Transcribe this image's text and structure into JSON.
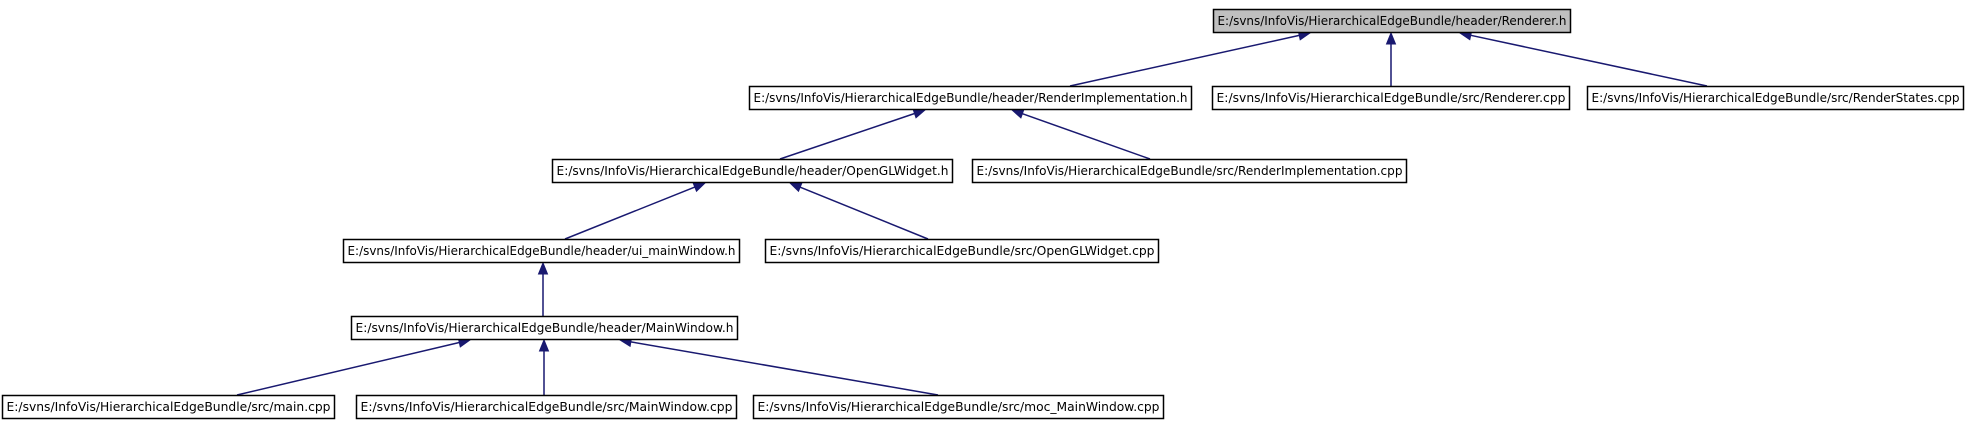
{
  "diagram": {
    "type": "include-dependency-graph",
    "colors": {
      "edge": "#191970",
      "root_fill": "#bfbfbf",
      "node_fill": "#ffffff",
      "node_border": "#000000"
    },
    "nodes": [
      {
        "id": "renderer_h",
        "label": "E:/svns/InfoVis/HierarchicalEdgeBundle/header/Renderer.h",
        "root": true
      },
      {
        "id": "renderimpl_h",
        "label": "E:/svns/InfoVis/HierarchicalEdgeBundle/header/RenderImplementation.h"
      },
      {
        "id": "renderer_cpp",
        "label": "E:/svns/InfoVis/HierarchicalEdgeBundle/src/Renderer.cpp"
      },
      {
        "id": "renderstates_cpp",
        "label": "E:/svns/InfoVis/HierarchicalEdgeBundle/src/RenderStates.cpp"
      },
      {
        "id": "openglwidget_h",
        "label": "E:/svns/InfoVis/HierarchicalEdgeBundle/header/OpenGLWidget.h"
      },
      {
        "id": "renderimpl_cpp",
        "label": "E:/svns/InfoVis/HierarchicalEdgeBundle/src/RenderImplementation.cpp"
      },
      {
        "id": "ui_mainwindow_h",
        "label": "E:/svns/InfoVis/HierarchicalEdgeBundle/header/ui_mainWindow.h"
      },
      {
        "id": "openglwidget_cpp",
        "label": "E:/svns/InfoVis/HierarchicalEdgeBundle/src/OpenGLWidget.cpp"
      },
      {
        "id": "mainwindow_h",
        "label": "E:/svns/InfoVis/HierarchicalEdgeBundle/header/MainWindow.h"
      },
      {
        "id": "main_cpp",
        "label": "E:/svns/InfoVis/HierarchicalEdgeBundle/src/main.cpp"
      },
      {
        "id": "mainwindow_cpp",
        "label": "E:/svns/InfoVis/HierarchicalEdgeBundle/src/MainWindow.cpp"
      },
      {
        "id": "moc_mainwindow_cpp",
        "label": "E:/svns/InfoVis/HierarchicalEdgeBundle/src/moc_MainWindow.cpp"
      }
    ],
    "edges": [
      {
        "from": "renderimpl_h",
        "to": "renderer_h"
      },
      {
        "from": "renderer_cpp",
        "to": "renderer_h"
      },
      {
        "from": "renderstates_cpp",
        "to": "renderer_h"
      },
      {
        "from": "openglwidget_h",
        "to": "renderimpl_h"
      },
      {
        "from": "renderimpl_cpp",
        "to": "renderimpl_h"
      },
      {
        "from": "ui_mainwindow_h",
        "to": "openglwidget_h"
      },
      {
        "from": "openglwidget_cpp",
        "to": "openglwidget_h"
      },
      {
        "from": "mainwindow_h",
        "to": "ui_mainwindow_h"
      },
      {
        "from": "main_cpp",
        "to": "mainwindow_h"
      },
      {
        "from": "mainwindow_cpp",
        "to": "mainwindow_h"
      },
      {
        "from": "moc_mainwindow_cpp",
        "to": "mainwindow_h"
      }
    ]
  }
}
